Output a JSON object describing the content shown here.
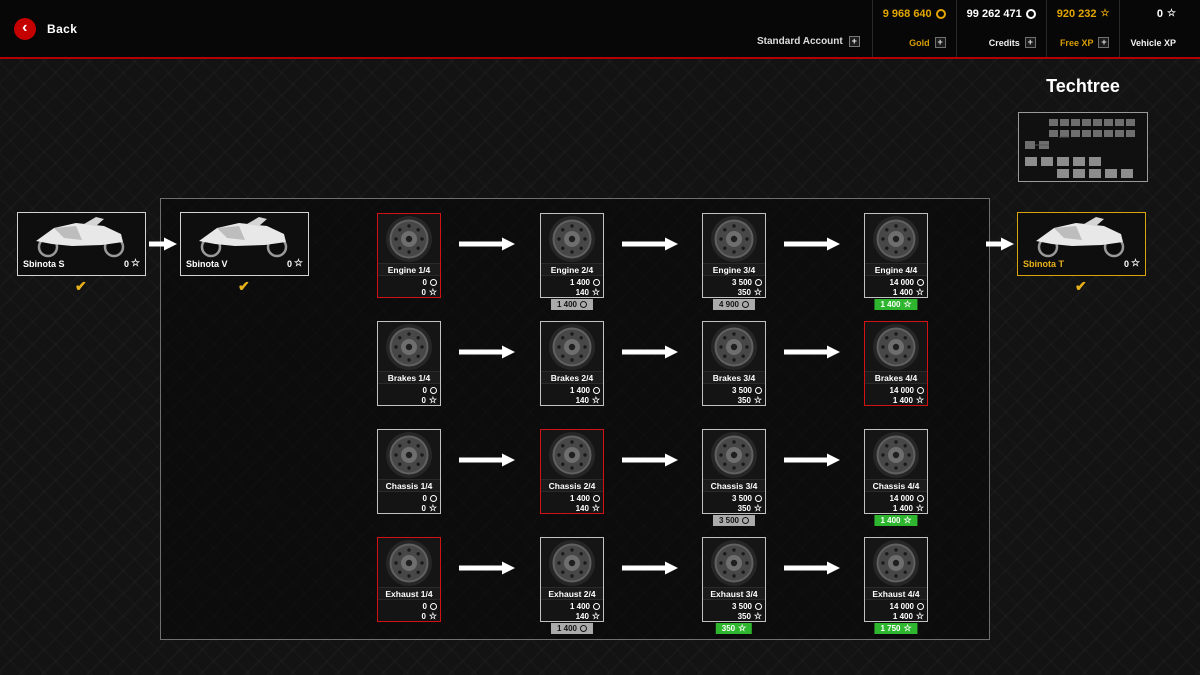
{
  "header": {
    "back_label": "Back",
    "account_label": "Standard Account",
    "currencies": [
      {
        "id": "gold",
        "value": "9 968 640",
        "icon": "coin",
        "label": "Gold",
        "color": "#e3a600",
        "has_add": true
      },
      {
        "id": "credits",
        "value": "99 262 471",
        "icon": "coin",
        "label": "Credits",
        "color": "#ffffff",
        "has_add": true
      },
      {
        "id": "free-xp",
        "value": "920 232",
        "icon": "star",
        "label": "Free XP",
        "color": "#e3a600",
        "has_add": true
      },
      {
        "id": "vehicle-xp",
        "value": "0",
        "icon": "star",
        "label": "Vehicle XP",
        "color": "#ffffff",
        "has_add": false
      }
    ]
  },
  "techtree": {
    "title": "Techtree",
    "bikes": [
      {
        "id": "sbinota-s",
        "name": "Sbinota S",
        "stars": "0",
        "accent": "#ffffff",
        "owned": true
      },
      {
        "id": "sbinota-v",
        "name": "Sbinota V",
        "stars": "0",
        "accent": "#ffffff",
        "owned": true
      },
      {
        "id": "sbinota-t",
        "name": "Sbinota T",
        "stars": "0",
        "accent": "#e3a600",
        "owned": true
      }
    ],
    "rows": [
      {
        "cards": [
          {
            "label": "Engine 1/4",
            "cost_credits": "0",
            "cost_xp": "0",
            "selected": true,
            "badge": null
          },
          {
            "label": "Engine 2/4",
            "cost_credits": "1 400",
            "cost_xp": "140",
            "selected": false,
            "badge": {
              "text": "1 400",
              "icon": "coin",
              "style": "gray"
            }
          },
          {
            "label": "Engine 3/4",
            "cost_credits": "3 500",
            "cost_xp": "350",
            "selected": false,
            "badge": {
              "text": "4 900",
              "icon": "coin",
              "style": "gray"
            }
          },
          {
            "label": "Engine 4/4",
            "cost_credits": "14 000",
            "cost_xp": "1 400",
            "selected": false,
            "badge": {
              "text": "1 400",
              "icon": "star",
              "style": "green"
            }
          }
        ]
      },
      {
        "cards": [
          {
            "label": "Brakes 1/4",
            "cost_credits": "0",
            "cost_xp": "0",
            "selected": false,
            "badge": null
          },
          {
            "label": "Brakes 2/4",
            "cost_credits": "1 400",
            "cost_xp": "140",
            "selected": false,
            "badge": null
          },
          {
            "label": "Brakes 3/4",
            "cost_credits": "3 500",
            "cost_xp": "350",
            "selected": false,
            "badge": null
          },
          {
            "label": "Brakes 4/4",
            "cost_credits": "14 000",
            "cost_xp": "1 400",
            "selected": true,
            "badge": null
          }
        ]
      },
      {
        "cards": [
          {
            "label": "Chassis 1/4",
            "cost_credits": "0",
            "cost_xp": "0",
            "selected": false,
            "badge": null
          },
          {
            "label": "Chassis 2/4",
            "cost_credits": "1 400",
            "cost_xp": "140",
            "selected": true,
            "badge": null
          },
          {
            "label": "Chassis 3/4",
            "cost_credits": "3 500",
            "cost_xp": "350",
            "selected": false,
            "badge": {
              "text": "3 500",
              "icon": "coin",
              "style": "gray"
            }
          },
          {
            "label": "Chassis 4/4",
            "cost_credits": "14 000",
            "cost_xp": "1 400",
            "selected": false,
            "badge": {
              "text": "1 400",
              "icon": "star",
              "style": "green"
            }
          }
        ]
      },
      {
        "cards": [
          {
            "label": "Exhaust 1/4",
            "cost_credits": "0",
            "cost_xp": "0",
            "selected": true,
            "badge": null
          },
          {
            "label": "Exhaust 2/4",
            "cost_credits": "1 400",
            "cost_xp": "140",
            "selected": false,
            "badge": {
              "text": "1 400",
              "icon": "coin",
              "style": "gray"
            }
          },
          {
            "label": "Exhaust 3/4",
            "cost_credits": "3 500",
            "cost_xp": "350",
            "selected": false,
            "badge": {
              "text": "350",
              "icon": "star",
              "style": "green"
            }
          },
          {
            "label": "Exhaust 4/4",
            "cost_credits": "14 000",
            "cost_xp": "1 400",
            "selected": false,
            "badge": {
              "text": "1 750",
              "icon": "star",
              "style": "green"
            }
          }
        ]
      }
    ]
  }
}
